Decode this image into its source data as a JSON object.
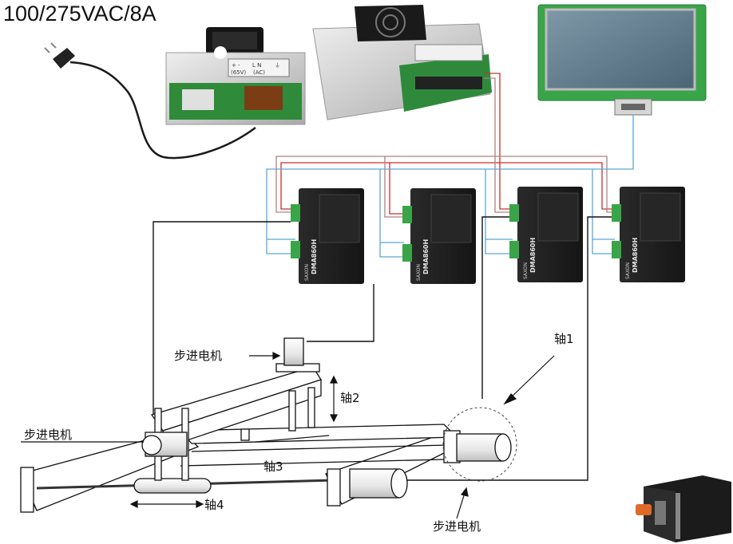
{
  "title": "100/275VAC/8A",
  "labels": {
    "stepper_motor_top": "步进电机",
    "stepper_motor_left": "步进电机",
    "stepper_motor_bottom": "步进电机",
    "axis1": "轴1",
    "axis2": "轴2",
    "axis3": "轴3",
    "axis4": "轴4"
  },
  "drivers": [
    {
      "model": "DMA860H",
      "brand": "SAXON"
    },
    {
      "model": "DMA860H",
      "brand": "SAXON"
    },
    {
      "model": "DMA860H",
      "brand": "SAXON"
    },
    {
      "model": "DMA860H",
      "brand": "SAXON"
    }
  ],
  "psu_small": {
    "terminals": [
      "+  -",
      "L  N",
      "⏚"
    ],
    "sub": [
      "(65V)",
      "(AC)",
      ""
    ]
  },
  "colors": {
    "red_wire": "#c8302a",
    "blue_wire": "#5aa8d8",
    "black_wire": "#111111",
    "pcb_green": "#2e9a3a",
    "driver_body": "#1c1c1c"
  }
}
